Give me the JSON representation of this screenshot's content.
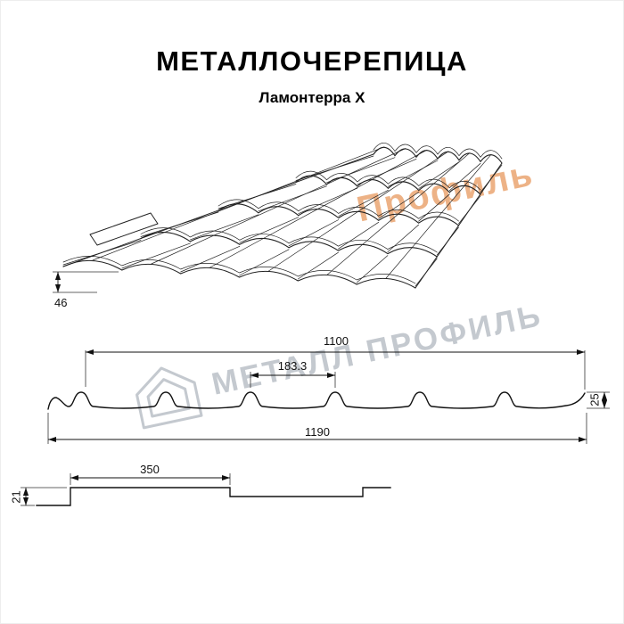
{
  "header": {
    "title": "МЕТАЛЛОЧЕРЕПИЦА",
    "subtitle": "Ламонтерра X"
  },
  "watermark": {
    "center_text": "МЕТАЛЛ ПРОФИЛЬ",
    "corner_text": "Профиль"
  },
  "dims": {
    "eave_step": "46",
    "useful_width": "1100",
    "wave_pitch": "183.3",
    "profile_height": "25",
    "overall_width": "1190",
    "module_length": "350",
    "step_height": "21"
  },
  "colors": {
    "line": "#111111",
    "watermark_gray": "#b6bcc4",
    "watermark_orange": "#eaa571"
  }
}
